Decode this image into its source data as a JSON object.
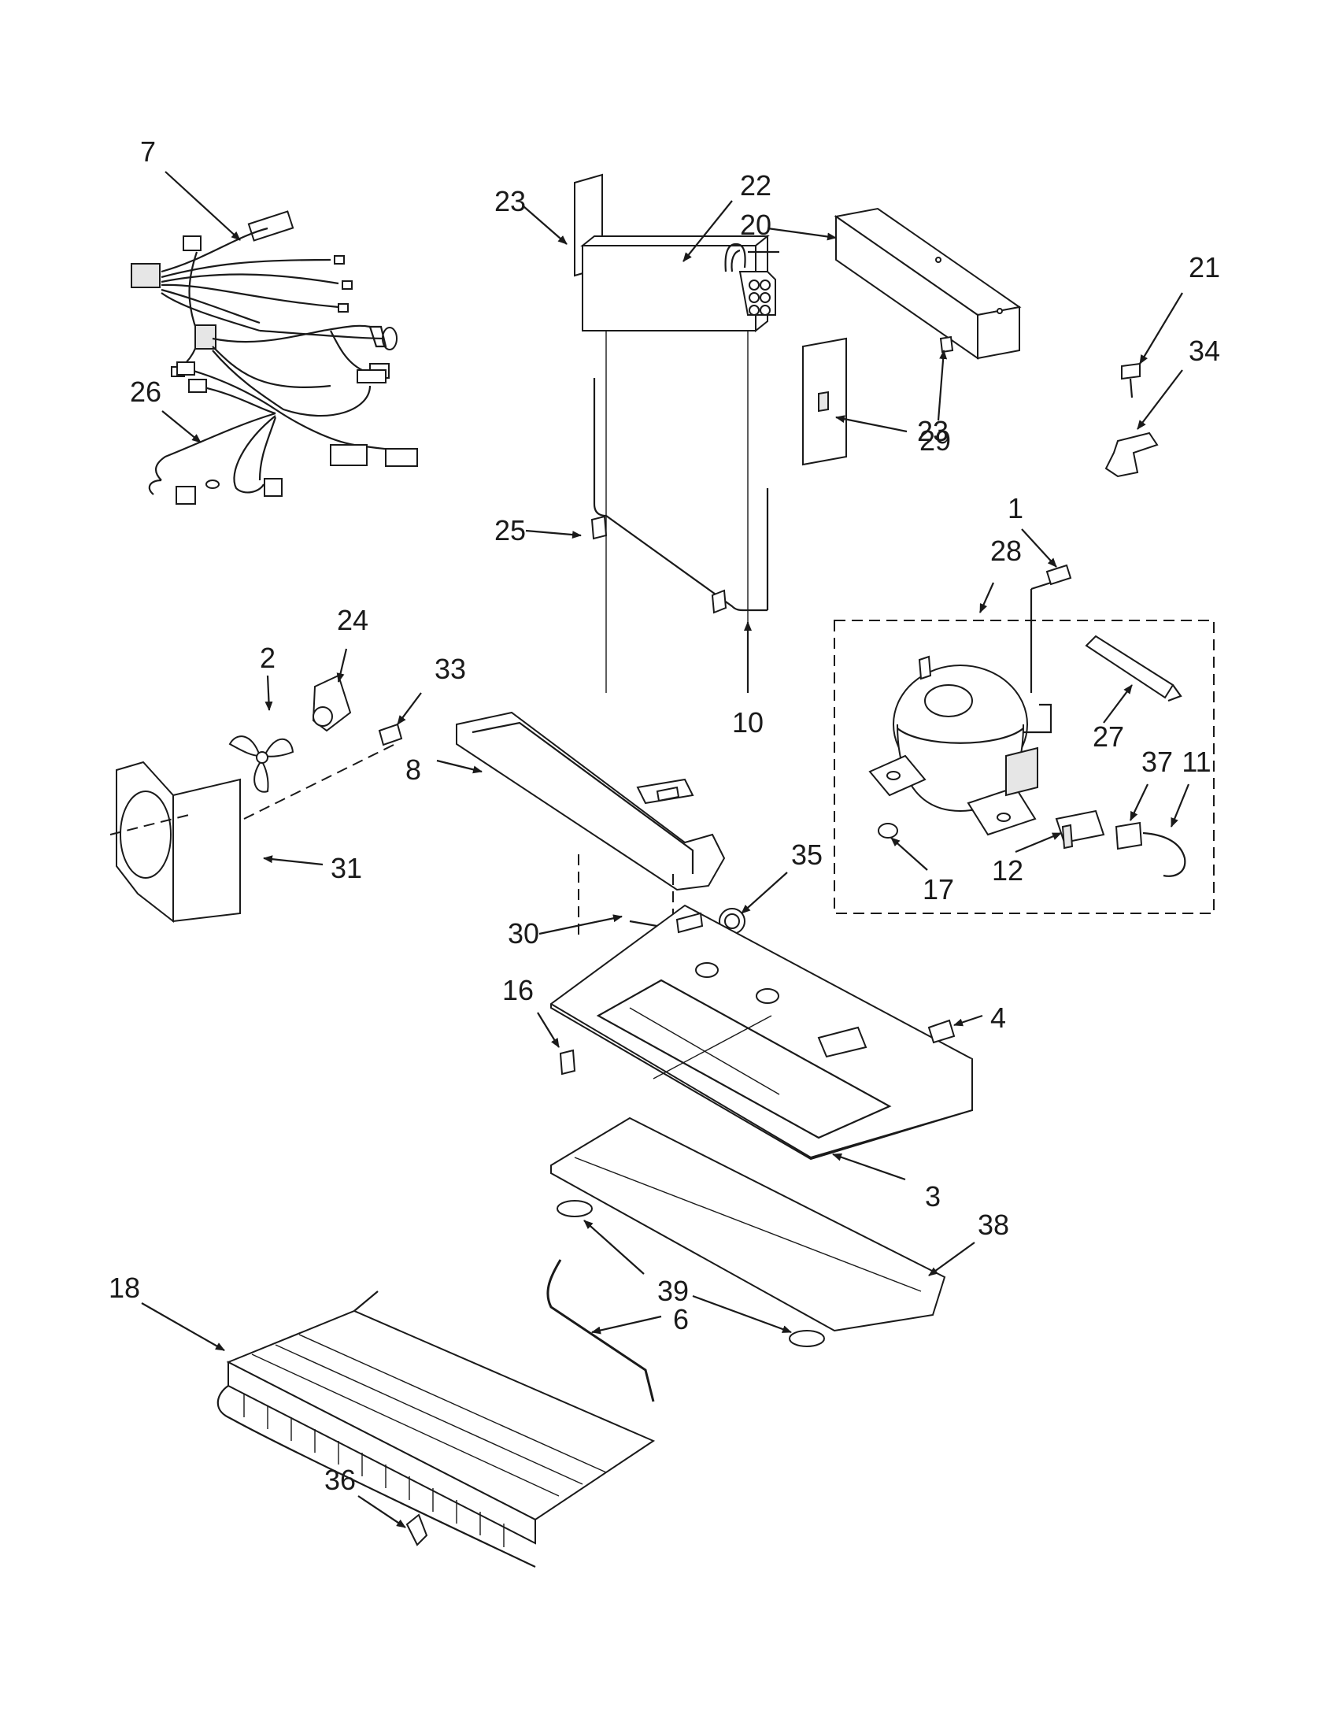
{
  "callouts": {
    "c1": "1",
    "c2": "2",
    "c3": "3",
    "c4": "4",
    "c6": "6",
    "c7": "7",
    "c8": "8",
    "c10": "10",
    "c11": "11",
    "c12": "12",
    "c16": "16",
    "c17": "17",
    "c18": "18",
    "c20": "20",
    "c21": "21",
    "c22": "22",
    "c23a": "23",
    "c23b": "23",
    "c24": "24",
    "c25": "25",
    "c26": "26",
    "c27": "27",
    "c28": "28",
    "c29": "29",
    "c30": "30",
    "c31": "31",
    "c33": "33",
    "c34": "34",
    "c35": "35",
    "c36": "36",
    "c37": "37",
    "c38": "38",
    "c39": "39"
  }
}
